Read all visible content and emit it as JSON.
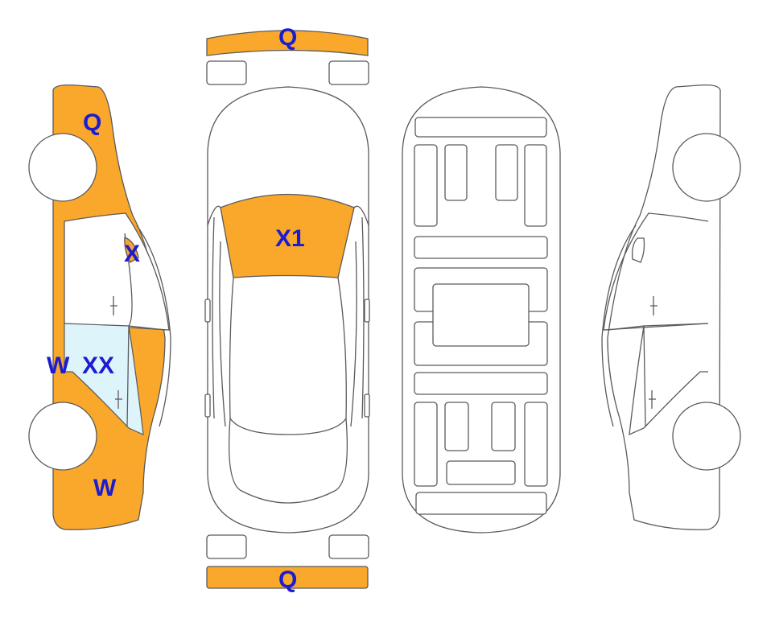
{
  "colors": {
    "damage_fill": "#F9A82C",
    "glass_fill": "#DDF4FA",
    "label_color": "#1C1CD0",
    "outline": "#5A5A5A"
  },
  "labels": {
    "front_bumper": "Q",
    "rear_bumper": "Q",
    "hood": "X1",
    "left_front_fender": "Q",
    "left_a_pillar": "X",
    "left_rocker": "W",
    "left_rear_door": "XX",
    "left_rear_quarter": "W"
  },
  "views": [
    "left-side",
    "top",
    "underbody",
    "right-side"
  ]
}
